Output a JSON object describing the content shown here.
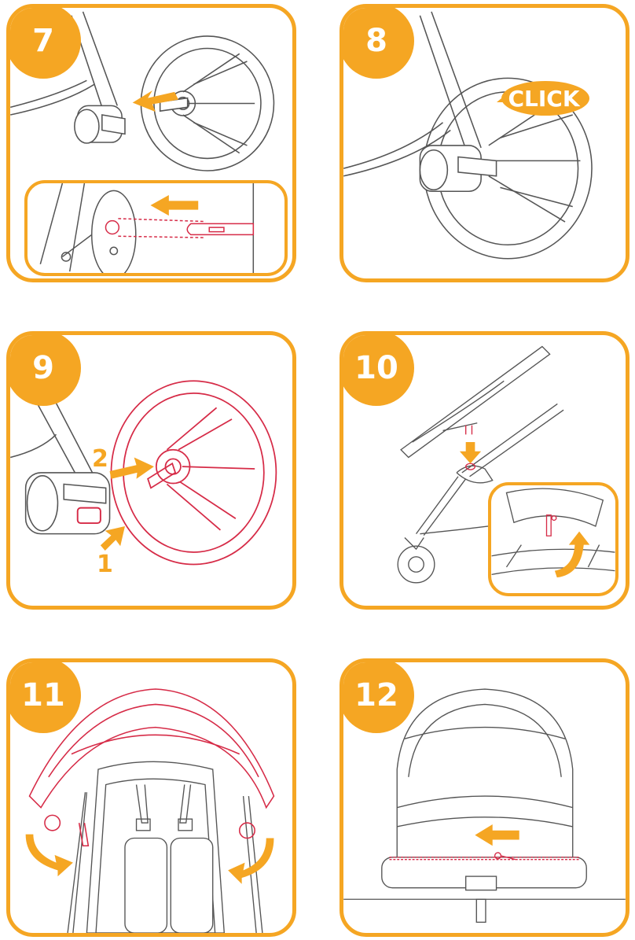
{
  "steps": [
    {
      "number": "7"
    },
    {
      "number": "8",
      "sound_label": "CLICK"
    },
    {
      "number": "9",
      "label_1": "1",
      "label_2": "2"
    },
    {
      "number": "10"
    },
    {
      "number": "11"
    },
    {
      "number": "12"
    }
  ],
  "colors": {
    "accent": "#f5a623",
    "line": "#555555",
    "highlight": "#d62b47"
  }
}
